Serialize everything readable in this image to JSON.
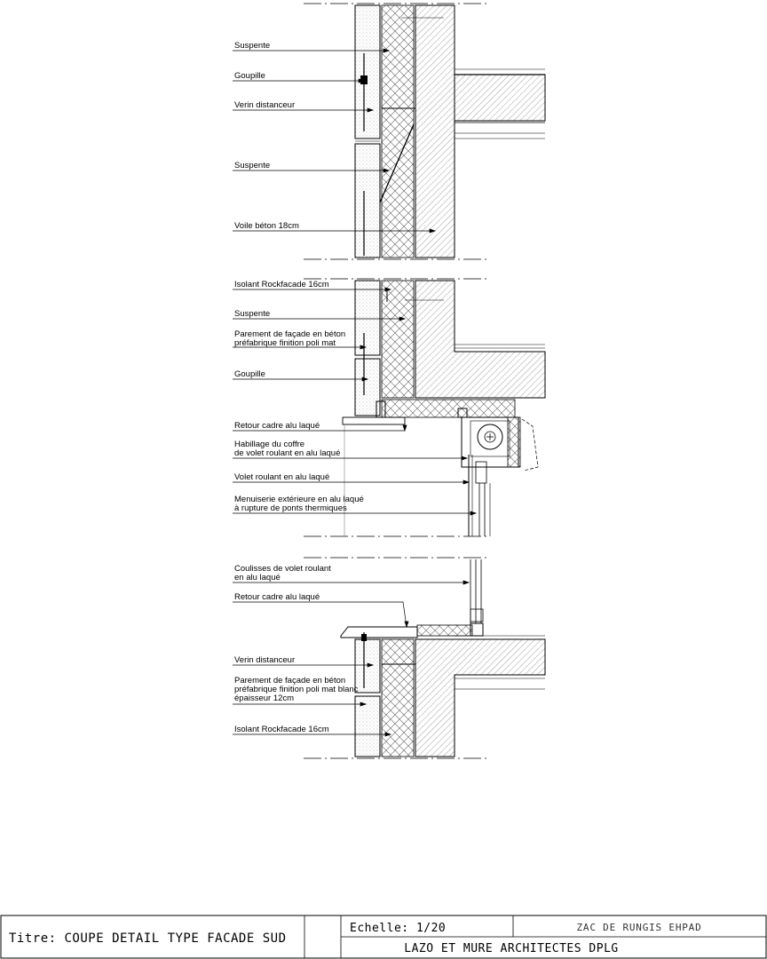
{
  "callouts": [
    {
      "id": "suspente-1",
      "lines": [
        "Suspente"
      ]
    },
    {
      "id": "goupille-1",
      "lines": [
        "Goupille"
      ]
    },
    {
      "id": "verin-1",
      "lines": [
        "Verin distanceur"
      ]
    },
    {
      "id": "suspente-2",
      "lines": [
        "Suspente"
      ]
    },
    {
      "id": "voile",
      "lines": [
        "Voile béton 18cm"
      ]
    },
    {
      "id": "isolant-1",
      "lines": [
        "Isolant Rockfacade 16cm"
      ]
    },
    {
      "id": "suspente-3",
      "lines": [
        "Suspente"
      ]
    },
    {
      "id": "parement-1",
      "lines": [
        "Parement de façade en béton",
        "préfabrique finition poli mat"
      ]
    },
    {
      "id": "goupille-2",
      "lines": [
        "Goupille"
      ]
    },
    {
      "id": "retour-1",
      "lines": [
        "Retour cadre alu laqué"
      ]
    },
    {
      "id": "habillage",
      "lines": [
        "Habillage du coffre",
        "de volet roulant en alu laqué"
      ]
    },
    {
      "id": "volet",
      "lines": [
        "Volet roulant en alu laqué"
      ]
    },
    {
      "id": "menuiserie",
      "lines": [
        "Menuiserie extérieure en alu laqué",
        "à rupture de ponts thermiques"
      ]
    },
    {
      "id": "coulisses",
      "lines": [
        "Coulisses de volet roulant",
        "en alu laqué"
      ]
    },
    {
      "id": "retour-2",
      "lines": [
        "Retour cadre alu laqué"
      ]
    },
    {
      "id": "verin-2",
      "lines": [
        "Verin distanceur"
      ]
    },
    {
      "id": "parement-2",
      "lines": [
        "Parement de façade en béton",
        "préfabrique finition poli mat blanc",
        "épaisseur 12cm"
      ]
    },
    {
      "id": "isolant-2",
      "lines": [
        "Isolant Rockfacade 16cm"
      ]
    }
  ],
  "title_block": {
    "title": "Titre: COUPE DETAIL TYPE FACADE SUD",
    "scale": "Echelle: 1/20",
    "project": "ZAC DE RUNGIS EHPAD",
    "architect": "LAZO ET MURE ARCHITECTES DPLG"
  }
}
